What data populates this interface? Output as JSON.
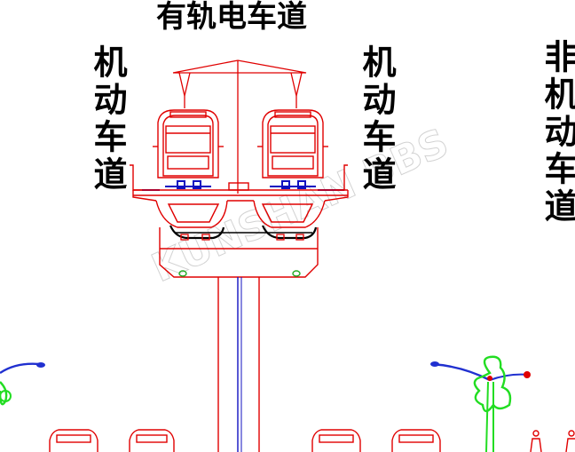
{
  "labels": {
    "tram_lane": "有轨电车道",
    "motor_lane_left": "机动车道",
    "motor_lane_right": "机动车道",
    "non_motor_lane": "非机动车道"
  },
  "watermark": "KUNSHAN BBS",
  "colors": {
    "structure": "#e00000",
    "tram_wires": "#1010c0",
    "vegetation": "#22dd22",
    "lamp": "#2030d0",
    "text": "#000000",
    "watermark": "#c8c8c8"
  }
}
